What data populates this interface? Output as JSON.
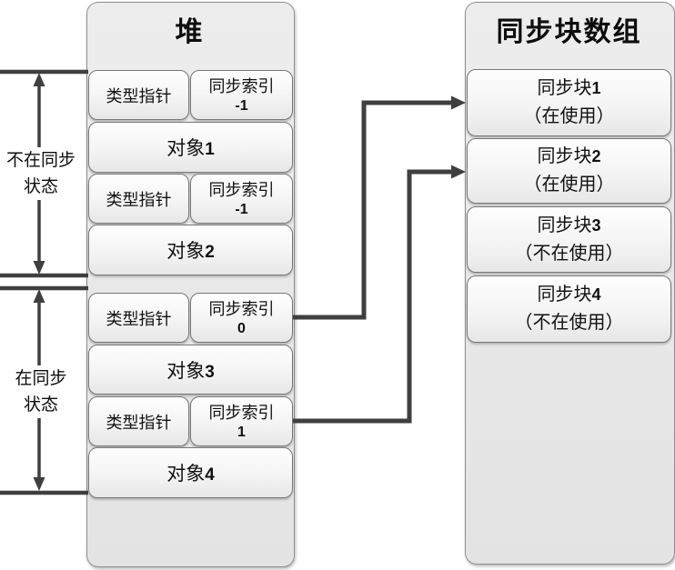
{
  "colors": {
    "line": "#3f3f3f",
    "container_fill": "#e8e8e8",
    "box_border": "#777777",
    "text": "#111111"
  },
  "heap": {
    "title": "堆",
    "type_pointer_label": "类型指针",
    "sync_index_label": "同步索引",
    "rows": [
      {
        "type_pointer": "类型指针",
        "sync_index_label": "同步索引",
        "sync_index_value": "-1",
        "object_label": "对象",
        "object_num": "1"
      },
      {
        "type_pointer": "类型指针",
        "sync_index_label": "同步索引",
        "sync_index_value": "-1",
        "object_label": "对象",
        "object_num": "2"
      },
      {
        "type_pointer": "类型指针",
        "sync_index_label": "同步索引",
        "sync_index_value": "0",
        "object_label": "对象",
        "object_num": "3"
      },
      {
        "type_pointer": "类型指针",
        "sync_index_label": "同步索引",
        "sync_index_value": "1",
        "object_label": "对象",
        "object_num": "4"
      }
    ]
  },
  "sync_array": {
    "title": "同步块数组",
    "blocks": [
      {
        "name": "同步块",
        "num": "1",
        "status": "（在使用）"
      },
      {
        "name": "同步块",
        "num": "2",
        "status": "（在使用）"
      },
      {
        "name": "同步块",
        "num": "3",
        "status": "（不在使用）"
      },
      {
        "name": "同步块",
        "num": "4",
        "status": "（不在使用）"
      }
    ]
  },
  "brackets": [
    {
      "line1": "不在同步",
      "line2": "状态"
    },
    {
      "line1": "在同步",
      "line2": "状态"
    }
  ]
}
